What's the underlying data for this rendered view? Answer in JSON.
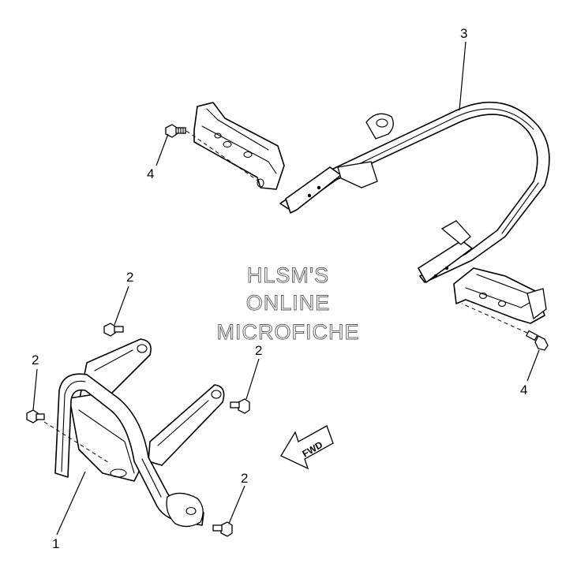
{
  "callouts": {
    "part_1": "1",
    "part_2_top": "2",
    "part_2_left": "2",
    "part_2_mid": "2",
    "part_2_bottom": "2",
    "part_3": "3",
    "part_4_left": "4",
    "part_4_right": "4"
  },
  "watermark": {
    "line1": "HLSM'S",
    "line2": "ONLINE",
    "line3": "MICROFICHE"
  },
  "direction_arrow": {
    "label": "FWD"
  }
}
